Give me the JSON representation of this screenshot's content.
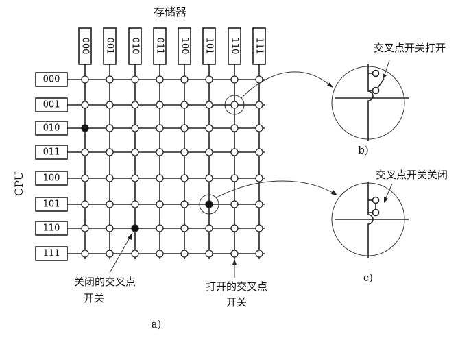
{
  "memory": {
    "title": "存储器",
    "labels": [
      "000",
      "001",
      "010",
      "011",
      "100",
      "101",
      "110",
      "111"
    ]
  },
  "cpu": {
    "title": "CPU",
    "labels": [
      "000",
      "001",
      "010",
      "011",
      "100",
      "101",
      "110",
      "111"
    ]
  },
  "closed_nodes": [
    {
      "row": 2,
      "col": 0
    },
    {
      "row": 5,
      "col": 5
    },
    {
      "row": 6,
      "col": 2
    }
  ],
  "annotations": {
    "closed_switch": [
      "关闭的交叉点",
      "开关"
    ],
    "open_switch": [
      "打开的交叉点",
      "开关"
    ]
  },
  "figure_b": {
    "label": "交叉点开关打开",
    "caption": "b)"
  },
  "figure_c": {
    "label": "交叉点开关关闭",
    "caption": "c)"
  },
  "figure_a": {
    "caption": "a)"
  }
}
